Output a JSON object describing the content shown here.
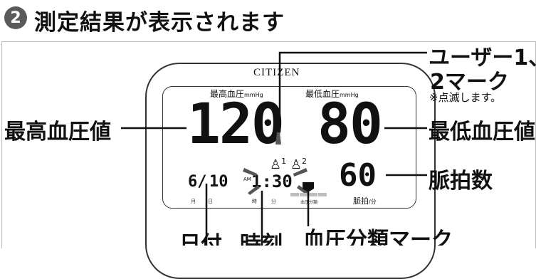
{
  "step": {
    "number": "2",
    "title": "測定結果が表示されます"
  },
  "device": {
    "brand": "CITIZEN",
    "header_sys": "最高血圧",
    "header_dia": "最低血圧",
    "header_unit": "mmHg",
    "sys_value": "120",
    "dia_value": "80",
    "pulse_value": "60",
    "date_month": "6/",
    "date_day": "10",
    "time_value": "1:30",
    "ampm": "AM",
    "user1": "1",
    "user2": "2",
    "label_month": "月",
    "label_day": "日",
    "label_hour": "時",
    "label_minute": "分",
    "classification_label": "血圧分類",
    "pulse_label": "脈拍",
    "pulse_unit": "/分"
  },
  "callouts": {
    "user_mark_line1": "ユーザー1、",
    "user_mark_line2": "2マーク",
    "user_mark_note": "※点滅します。",
    "systolic": "最高血圧値",
    "diastolic": "最低血圧値",
    "pulse": "脈拍数",
    "date": "日付",
    "time": "時刻",
    "classification": "血圧分類マーク"
  }
}
